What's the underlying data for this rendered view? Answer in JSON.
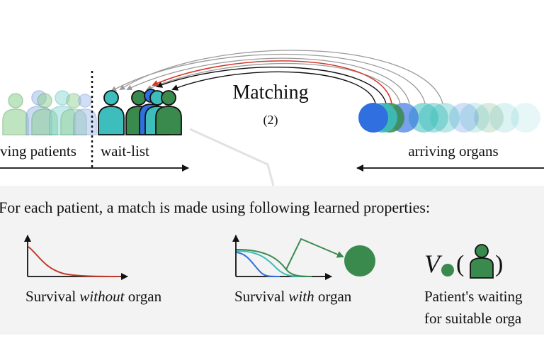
{
  "top": {
    "matching_title": "Matching",
    "matching_number": "(2)",
    "left_label_patients": "ving patients",
    "left_label_waitlist": "wait-list",
    "right_label_organs": "arriving organs"
  },
  "panel": {
    "heading": "For each patient, a match is made using following learned properties:",
    "item1": {
      "prefix": "Survival ",
      "emph": "without",
      "suffix": " organ"
    },
    "item2": {
      "prefix": "Survival ",
      "emph": "with",
      "suffix": " organ"
    },
    "item3": {
      "symbol": "V",
      "line1": "Patient's waiting",
      "line2": "for suitable orga"
    }
  },
  "colors": {
    "dark_green": "#3a8a4e",
    "teal": "#3dbdbb",
    "blue": "#2f6fe0",
    "red": "#d43a2a",
    "panel_bg": "#f3f3f3",
    "light_green": "#8ccf8e"
  }
}
